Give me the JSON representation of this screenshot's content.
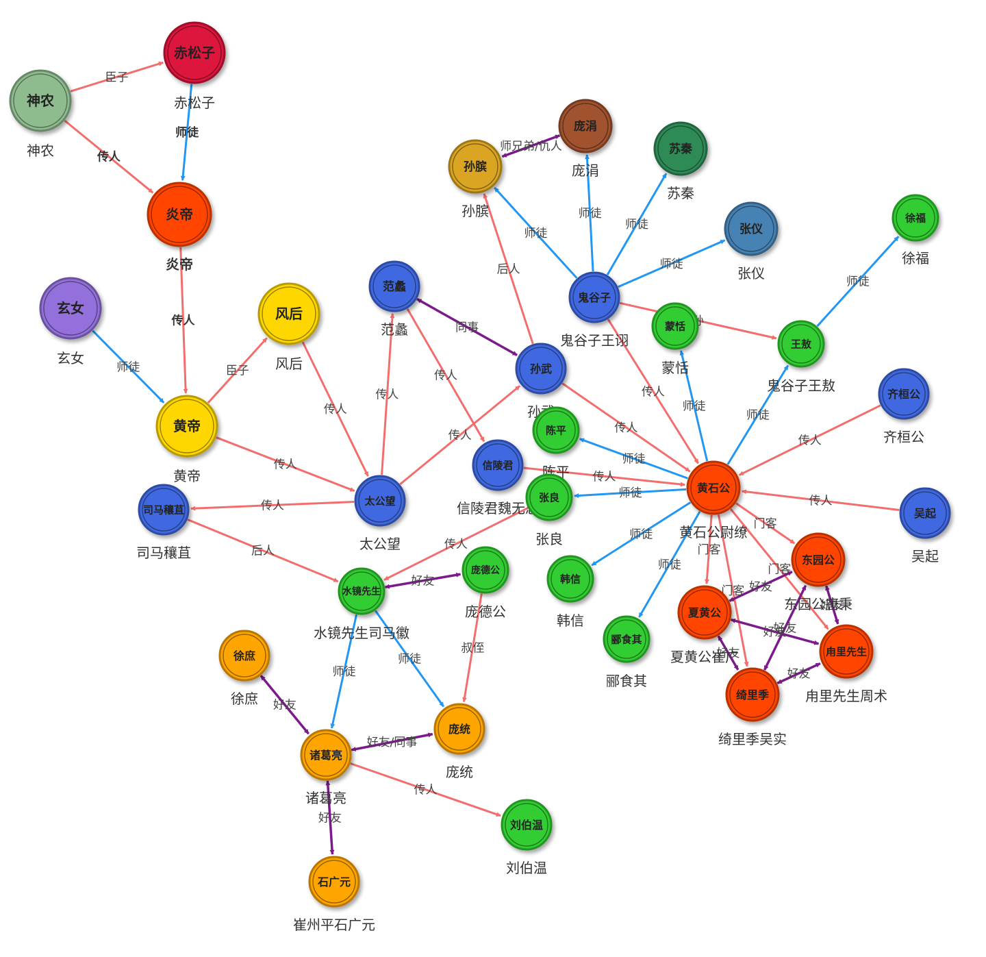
{
  "colors": {
    "red": "#FF4500",
    "blue": "#4169E1",
    "green": "#32CD32",
    "orange": "#FFA500",
    "gold": "#FFD700",
    "edge_pink": "#F46D6D",
    "edge_blue": "#2196F3",
    "edge_purple": "#7B1A8A"
  },
  "nodes": [
    {
      "id": "shennong",
      "label": "神农",
      "caption": "神农",
      "color": "#8FBC8F"
    },
    {
      "id": "chisongzi",
      "label": "赤松子",
      "caption": "赤松子",
      "color": "#DC143C"
    },
    {
      "id": "yandi",
      "label": "炎帝",
      "caption": "炎帝",
      "color": "#FF4500"
    },
    {
      "id": "xuannv",
      "label": "玄女",
      "caption": "玄女",
      "color": "#9370DB"
    },
    {
      "id": "fenghou",
      "label": "风后",
      "caption": "风后",
      "color": "#FFD700"
    },
    {
      "id": "huangdi",
      "label": "黄帝",
      "caption": "黄帝",
      "color": "#FFD700"
    },
    {
      "id": "fanli",
      "label": "范蠡",
      "caption": "范蠡",
      "color": "#4169E1"
    },
    {
      "id": "sunbin",
      "label": "孙膑",
      "caption": "孙膑",
      "color": "#DAA520"
    },
    {
      "id": "pangjuan",
      "label": "庞涓",
      "caption": "庞涓",
      "color": "#A0522D"
    },
    {
      "id": "suqin",
      "label": "苏秦",
      "caption": "苏秦",
      "color": "#2E8B57"
    },
    {
      "id": "zhangyi",
      "label": "张仪",
      "caption": "张仪",
      "color": "#4682B4"
    },
    {
      "id": "xufu",
      "label": "徐福",
      "caption": "徐福",
      "color": "#32CD32"
    },
    {
      "id": "guiguzi",
      "label": "鬼谷子",
      "caption": "鬼谷子王诩",
      "color": "#4169E1"
    },
    {
      "id": "mengtian",
      "label": "蒙恬",
      "caption": "蒙恬",
      "color": "#32CD32"
    },
    {
      "id": "wangao",
      "label": "王敖",
      "caption": "鬼谷子王敖",
      "color": "#32CD32"
    },
    {
      "id": "sunwu",
      "label": "孙武",
      "caption": "孙武",
      "color": "#4169E1"
    },
    {
      "id": "qihuangong",
      "label": "齐桓公",
      "caption": "齐桓公",
      "color": "#4169E1"
    },
    {
      "id": "chenping",
      "label": "陈平",
      "caption": "陈平",
      "color": "#32CD32"
    },
    {
      "id": "xinlingjun",
      "label": "信陵君",
      "caption": "信陵君魏无忌",
      "color": "#4169E1"
    },
    {
      "id": "huangshigong",
      "label": "黄石公",
      "caption": "黄石公尉缭",
      "color": "#FF4500"
    },
    {
      "id": "wuqi",
      "label": "吴起",
      "caption": "吴起",
      "color": "#4169E1"
    },
    {
      "id": "simarangju",
      "label": "司马穰苴",
      "caption": "司马穰苴",
      "color": "#4169E1"
    },
    {
      "id": "taigongwang",
      "label": "太公望",
      "caption": "太公望",
      "color": "#4169E1"
    },
    {
      "id": "zhangliang",
      "label": "张良",
      "caption": "张良",
      "color": "#32CD32"
    },
    {
      "id": "dongyuangong",
      "label": "东园公",
      "caption": "东园公唐秉",
      "color": "#FF4500"
    },
    {
      "id": "shuijing",
      "label": "水镜先生",
      "caption": "水镜先生司马徽",
      "color": "#32CD32"
    },
    {
      "id": "pangdegong",
      "label": "庞德公",
      "caption": "庞德公",
      "color": "#32CD32"
    },
    {
      "id": "hanxin",
      "label": "韩信",
      "caption": "韩信",
      "color": "#32CD32"
    },
    {
      "id": "xiahuanggong",
      "label": "夏黄公",
      "caption": "夏黄公崔广",
      "color": "#FF4500"
    },
    {
      "id": "luliixiansheng",
      "label": "甪里先生",
      "caption": "甪里先生周术",
      "color": "#FF4500"
    },
    {
      "id": "lishiqi",
      "label": "郦食其",
      "caption": "郦食其",
      "color": "#32CD32"
    },
    {
      "id": "xushu",
      "label": "徐庶",
      "caption": "徐庶",
      "color": "#FFA500"
    },
    {
      "id": "qiliji",
      "label": "绮里季",
      "caption": "绮里季吴实",
      "color": "#FF4500"
    },
    {
      "id": "pangtong",
      "label": "庞统",
      "caption": "庞统",
      "color": "#FFA500"
    },
    {
      "id": "zhugeliang",
      "label": "诸葛亮",
      "caption": "诸葛亮",
      "color": "#FFA500"
    },
    {
      "id": "liubowen",
      "label": "刘伯温",
      "caption": "刘伯温",
      "color": "#32CD32"
    },
    {
      "id": "shiguangyuan",
      "label": "石广元",
      "caption": "崔州平石广元",
      "color": "#FFA500"
    }
  ],
  "edges": [
    {
      "from": "shennong",
      "to": "chisongzi",
      "label": "臣子",
      "type": "pink"
    },
    {
      "from": "shennong",
      "to": "yandi",
      "label": "传人",
      "type": "pink"
    },
    {
      "from": "chisongzi",
      "to": "yandi",
      "label": "师徒",
      "type": "blue"
    },
    {
      "from": "yandi",
      "to": "huangdi",
      "label": "传人",
      "type": "pink"
    },
    {
      "from": "xuannv",
      "to": "huangdi",
      "label": "师徒",
      "type": "blue"
    },
    {
      "from": "huangdi",
      "to": "fenghou",
      "label": "臣子",
      "type": "pink"
    },
    {
      "from": "fenghou",
      "to": "taigongwang",
      "label": "传人",
      "type": "pink"
    },
    {
      "from": "huangdi",
      "to": "taigongwang",
      "label": "传人",
      "type": "pink"
    },
    {
      "from": "taigongwang",
      "to": "simarangju",
      "label": "传人",
      "type": "pink"
    },
    {
      "from": "taigongwang",
      "to": "fanli",
      "label": "传人",
      "type": "pink"
    },
    {
      "from": "taigongwang",
      "to": "sunwu",
      "label": "传人",
      "type": "pink"
    },
    {
      "from": "fanli",
      "to": "sunwu",
      "label": "同事",
      "type": "purple"
    },
    {
      "from": "fanli",
      "to": "xinlingjun",
      "label": "传人",
      "type": "pink"
    },
    {
      "from": "sunwu",
      "to": "sunbin",
      "label": "后人",
      "type": "pink"
    },
    {
      "from": "pangjuan",
      "to": "sunbin",
      "label": "师兄弟/仇人",
      "type": "purple"
    },
    {
      "from": "guiguzi",
      "to": "sunbin",
      "label": "师徒",
      "type": "blue"
    },
    {
      "from": "guiguzi",
      "to": "pangjuan",
      "label": "师徒",
      "type": "blue"
    },
    {
      "from": "guiguzi",
      "to": "suqin",
      "label": "师徒",
      "type": "blue"
    },
    {
      "from": "guiguzi",
      "to": "zhangyi",
      "label": "师徒",
      "type": "blue"
    },
    {
      "from": "guiguzi",
      "to": "wangao",
      "label": "孙",
      "type": "pink"
    },
    {
      "from": "guiguzi",
      "to": "huangshigong",
      "label": "传人",
      "type": "pink"
    },
    {
      "from": "wangao",
      "to": "xufu",
      "label": "师徒",
      "type": "blue"
    },
    {
      "from": "huangshigong",
      "to": "wangao",
      "label": "师徒",
      "type": "blue"
    },
    {
      "from": "huangshigong",
      "to": "mengtian",
      "label": "师徒",
      "type": "blue"
    },
    {
      "from": "sunwu",
      "to": "huangshigong",
      "label": "传人",
      "type": "pink"
    },
    {
      "from": "qihuangong",
      "to": "huangshigong",
      "label": "传人",
      "type": "pink"
    },
    {
      "from": "wuqi",
      "to": "huangshigong",
      "label": "传人",
      "type": "pink"
    },
    {
      "from": "xinlingjun",
      "to": "huangshigong",
      "label": "传人",
      "type": "pink"
    },
    {
      "from": "huangshigong",
      "to": "chenping",
      "label": "师徒",
      "type": "blue"
    },
    {
      "from": "huangshigong",
      "to": "zhangliang",
      "label": "师徒",
      "type": "blue"
    },
    {
      "from": "huangshigong",
      "to": "hanxin",
      "label": "师徒",
      "type": "blue"
    },
    {
      "from": "huangshigong",
      "to": "lishiqi",
      "label": "师徒",
      "type": "blue"
    },
    {
      "from": "huangshigong",
      "to": "dongyuangong",
      "label": "门客",
      "type": "pink"
    },
    {
      "from": "huangshigong",
      "to": "xiahuanggong",
      "label": "门客",
      "type": "pink"
    },
    {
      "from": "huangshigong",
      "to": "luliixiansheng",
      "label": "门客",
      "type": "pink"
    },
    {
      "from": "huangshigong",
      "to": "qiliji",
      "label": "门客",
      "type": "pink"
    },
    {
      "from": "xiahuanggong",
      "to": "dongyuangong",
      "label": "好友",
      "type": "purple"
    },
    {
      "from": "xiahuanggong",
      "to": "luliixiansheng",
      "label": "好友",
      "type": "purple"
    },
    {
      "from": "xiahuanggong",
      "to": "qiliji",
      "label": "好友",
      "type": "purple"
    },
    {
      "from": "qiliji",
      "to": "dongyuangong",
      "label": "好友",
      "type": "purple"
    },
    {
      "from": "qiliji",
      "to": "luliixiansheng",
      "label": "好友",
      "type": "purple"
    },
    {
      "from": "dongyuangong",
      "to": "luliixiansheng",
      "label": "好友",
      "type": "purple"
    },
    {
      "from": "simarangju",
      "to": "shuijing",
      "label": "后人",
      "type": "pink"
    },
    {
      "from": "zhangliang",
      "to": "shuijing",
      "label": "传人",
      "type": "pink"
    },
    {
      "from": "shuijing",
      "to": "pangdegong",
      "label": "好友",
      "type": "purple"
    },
    {
      "from": "shuijing",
      "to": "zhugeliang",
      "label": "师徒",
      "type": "blue"
    },
    {
      "from": "shuijing",
      "to": "pangtong",
      "label": "师徒",
      "type": "blue"
    },
    {
      "from": "pangdegong",
      "to": "pangtong",
      "label": "叔侄",
      "type": "pink"
    },
    {
      "from": "xushu",
      "to": "zhugeliang",
      "label": "好友",
      "type": "purple"
    },
    {
      "from": "zhugeliang",
      "to": "pangtong",
      "label": "好友/同事",
      "type": "purple"
    },
    {
      "from": "zhugeliang",
      "to": "liubowen",
      "label": "传人",
      "type": "pink"
    },
    {
      "from": "zhugeliang",
      "to": "shiguangyuan",
      "label": "好友",
      "type": "purple"
    }
  ]
}
